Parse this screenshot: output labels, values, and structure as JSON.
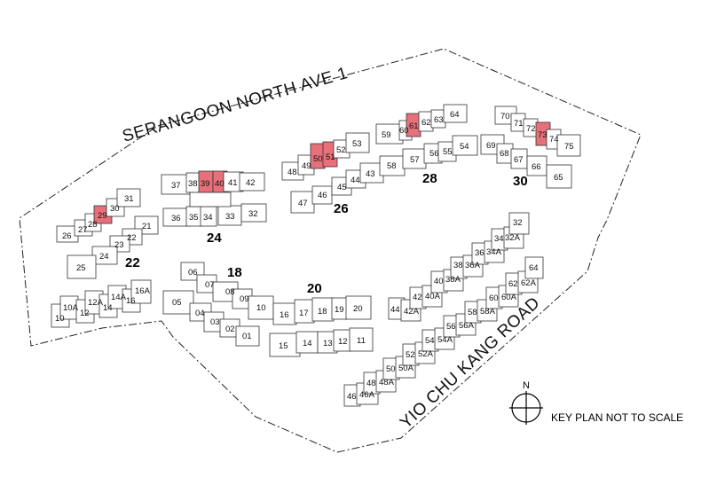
{
  "map": {
    "roads": {
      "north": "SERANGOON NORTH AVE 1",
      "east": "YIO CHU KANG ROAD"
    },
    "key_note": "KEY PLAN NOT TO SCALE",
    "compass_label": "N",
    "highlight_color": "#e8707a",
    "blocks": [
      "18",
      "20",
      "22",
      "24",
      "26",
      "28",
      "30"
    ],
    "highlighted_units": [
      "29",
      "39",
      "40",
      "50",
      "51",
      "61",
      "73"
    ],
    "units": {
      "u25": "25",
      "u26": "26",
      "u27": "27",
      "u28": "28",
      "u29": "29",
      "u30": "30",
      "u31": "31",
      "u21": "21",
      "u22": "22",
      "u23": "23",
      "u24": "24",
      "u37": "37",
      "u38": "38",
      "u39": "39",
      "u40": "40",
      "u41": "41",
      "u42": "42",
      "u36": "36",
      "u35": "35",
      "u34": "34",
      "u33": "33",
      "u32": "32",
      "u47": "47",
      "u48": "48",
      "u49": "49",
      "u50": "50",
      "u51": "51",
      "u52": "52",
      "u53": "53",
      "u46": "46",
      "u45": "45",
      "u44": "44",
      "u43": "43",
      "u59": "59",
      "u60": "60",
      "u61": "61",
      "u62": "62",
      "u63": "63",
      "u64": "64",
      "u58": "58",
      "u57": "57",
      "u56": "56",
      "u55": "55",
      "u54": "54",
      "u70": "70",
      "u71": "71",
      "u72": "72",
      "u73": "73",
      "u74": "74",
      "u75": "75",
      "u69": "69",
      "u68": "68",
      "u67": "67",
      "u66": "66",
      "u65": "65",
      "u06": "06",
      "u07": "07",
      "u08": "08",
      "u09": "09",
      "u10": "10",
      "u05": "05",
      "u04": "04",
      "u03": "03",
      "u02": "02",
      "u01": "01",
      "u16": "16",
      "u17": "17",
      "u18": "18",
      "u19": "19",
      "u20": "20",
      "u15": "15",
      "u14": "14",
      "u13": "13",
      "u12": "12",
      "u11": "11",
      "w10": "10",
      "w10A": "10A",
      "w12": "12",
      "w12A": "12A",
      "w14": "14",
      "w14A": "14A",
      "w16": "16",
      "w16A": "16A",
      "m44": "44",
      "m42A": "42A",
      "m42": "42",
      "m40A": "40A",
      "m40": "40",
      "m38A": "38A",
      "m38": "38",
      "m36A": "36A",
      "m36": "36",
      "m34A": "34A",
      "m34": "34",
      "m32A": "32A",
      "m32": "32",
      "p64": "64",
      "p62A": "62A",
      "p62": "62",
      "p60A": "60A",
      "p60": "60",
      "p58A": "58A",
      "p58": "58",
      "p56A": "56A",
      "p56": "56",
      "p54A": "54A",
      "p54": "54",
      "p52A": "52A",
      "p52": "52",
      "p50A": "50A",
      "p50": "50",
      "p48A": "48A",
      "p48": "48",
      "p46A": "46A",
      "p46": "46"
    }
  }
}
